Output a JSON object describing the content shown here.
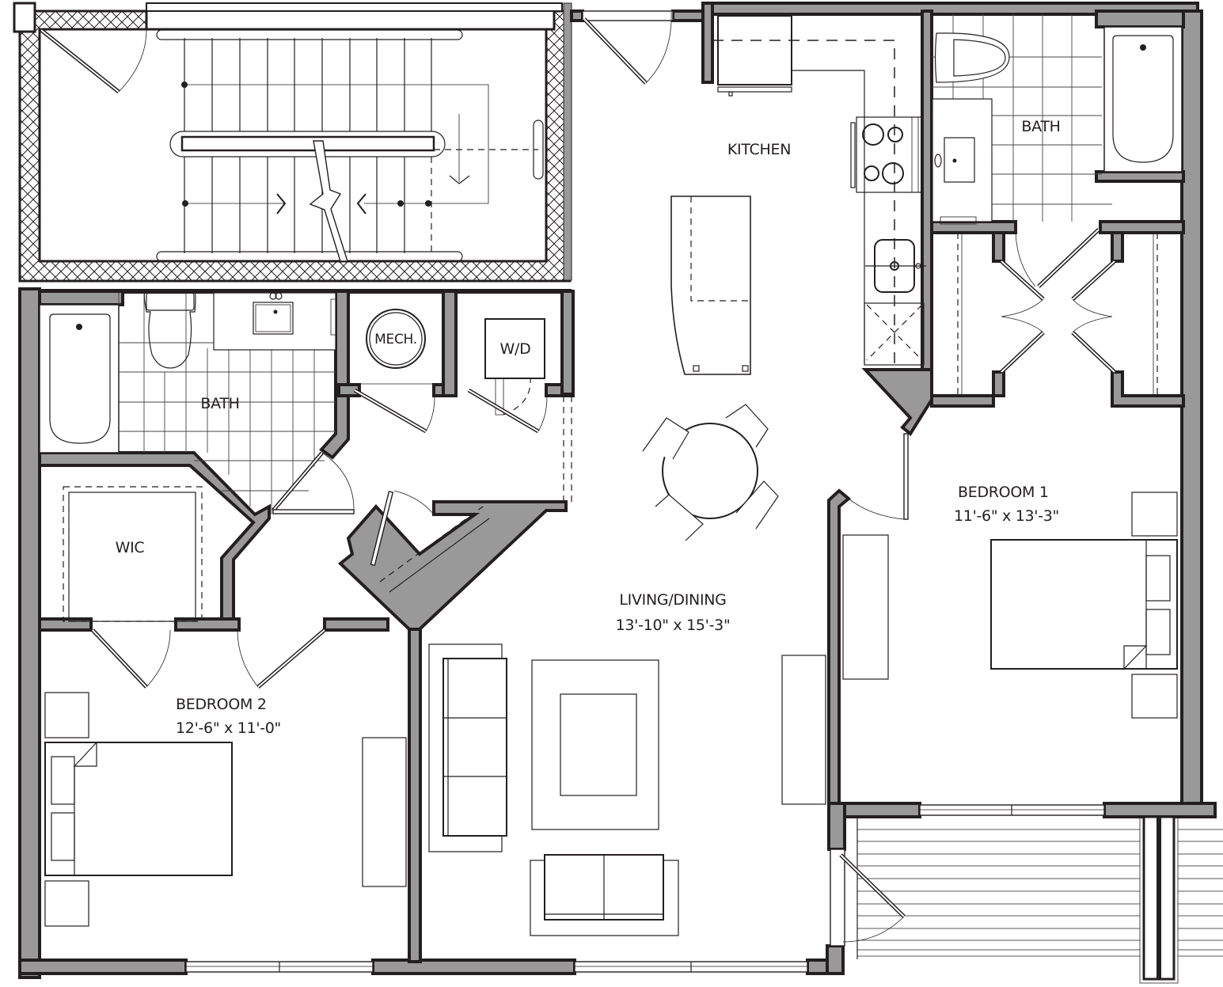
{
  "plan": {
    "type": "apartment floor plan",
    "colors": {
      "wall_fill": "#999999",
      "line": "#231f20",
      "background": "#ffffff"
    },
    "rooms": {
      "kitchen": {
        "name": "KITCHEN"
      },
      "bath_master": {
        "name": "BATH"
      },
      "bath_2": {
        "name": "BATH"
      },
      "mech": {
        "name": "MECH."
      },
      "wd": {
        "name": "W/D"
      },
      "wic": {
        "name": "WIC"
      },
      "living": {
        "name": "LIVING/DINING",
        "dims": "13'-10\" x 15'-3\""
      },
      "bedroom1": {
        "name": "BEDROOM 1",
        "dims": "11'-6\" x 13'-3\""
      },
      "bedroom2": {
        "name": "BEDROOM 2",
        "dims": "12'-6\" x 11'-0\""
      }
    },
    "icons": [
      "stair-icon",
      "door-swing-icon",
      "bathtub-icon",
      "toilet-icon",
      "sink-icon",
      "range-icon",
      "refrigerator-icon",
      "dishwasher-icon",
      "water-heater-icon",
      "washer-dryer-icon",
      "bed-icon",
      "sofa-icon",
      "dining-table-icon",
      "balcony-icon"
    ]
  }
}
